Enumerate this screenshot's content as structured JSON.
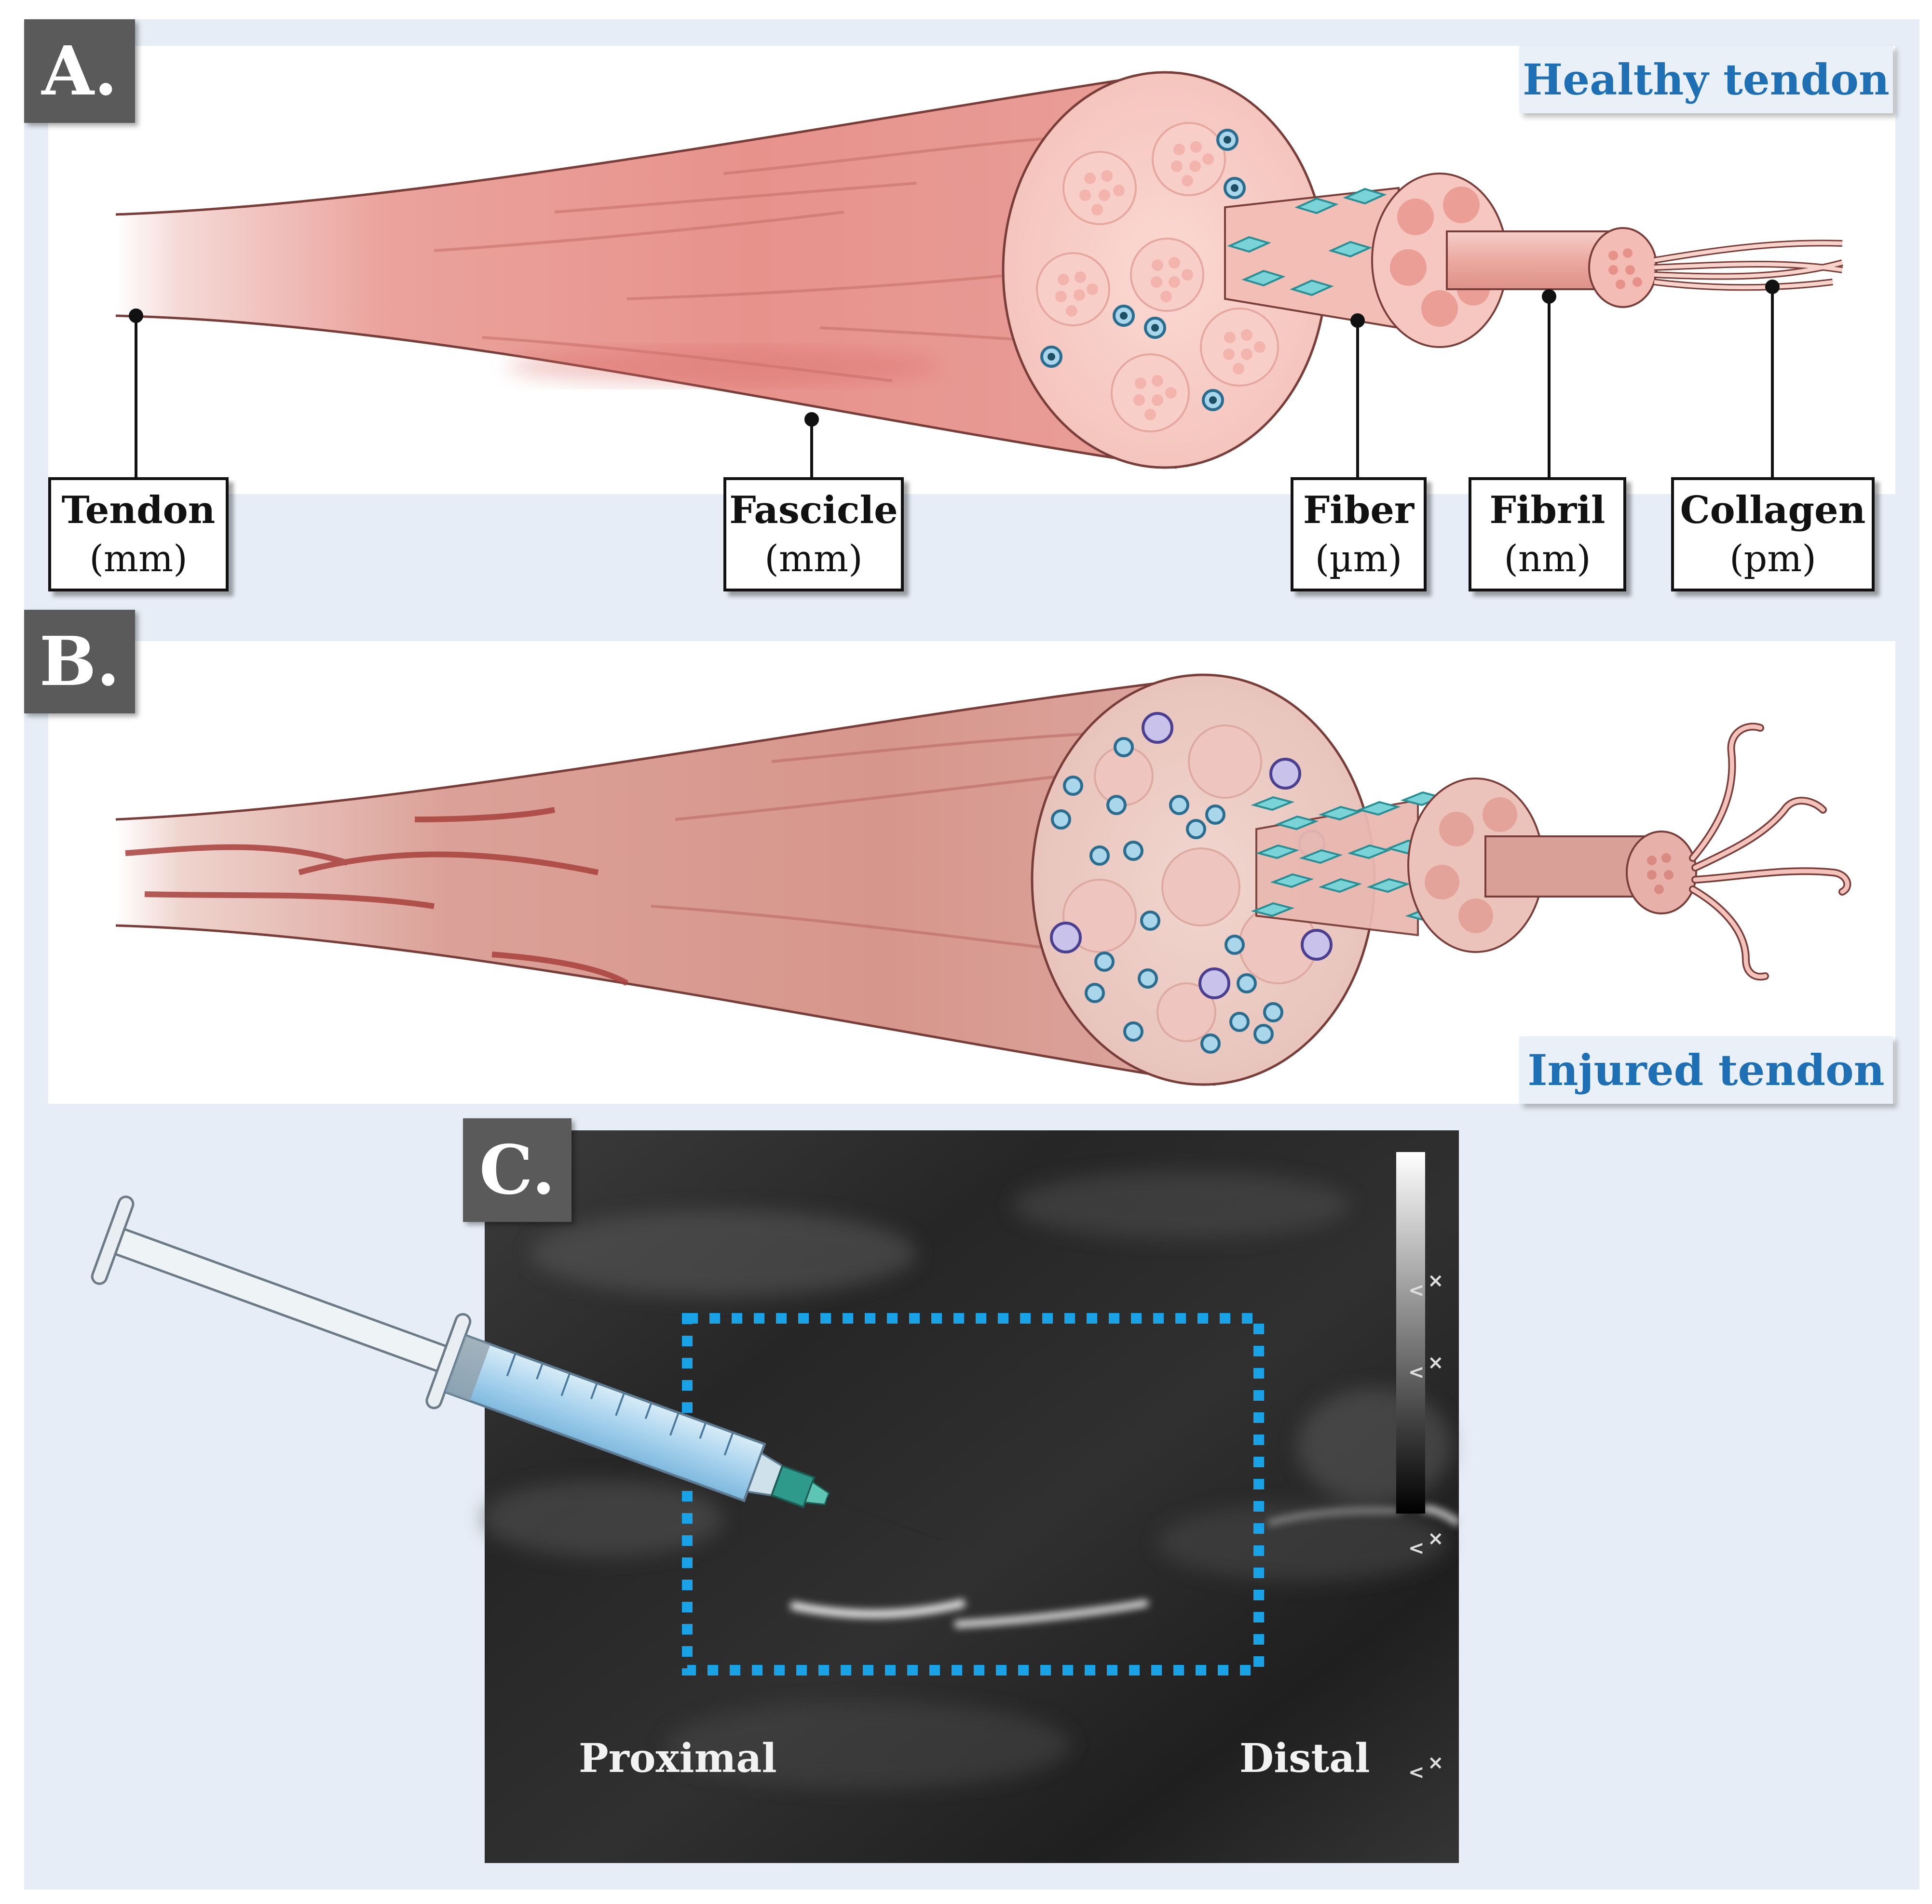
{
  "panel_a": {
    "tag": "A.",
    "caption": "Healthy tendon",
    "labels": [
      {
        "name": "Tendon",
        "unit": "(mm)"
      },
      {
        "name": "Fascicle",
        "unit": "(mm)"
      },
      {
        "name": "Fiber",
        "unit": "(µm)"
      },
      {
        "name": "Fibril",
        "unit": "(nm)"
      },
      {
        "name": "Collagen",
        "unit": "(pm)"
      }
    ]
  },
  "panel_b": {
    "tag": "B.",
    "caption": "Injured tendon"
  },
  "panel_c": {
    "tag": "C.",
    "proximal_label": "Proximal",
    "distal_label": "Distal"
  },
  "colors": {
    "background": "#e6edf6",
    "panel_white": "#ffffff",
    "tendon_healthy": "#e88f8a",
    "tendon_injured": "#d99a90",
    "caption_blue": "#1f6fb5",
    "roi_blue": "#19a3e6",
    "tag_gray": "#5a5a5a"
  },
  "icons": [
    "syringe-icon",
    "cell-icon",
    "tenocyte-icon",
    "collagen-strand-icon"
  ]
}
